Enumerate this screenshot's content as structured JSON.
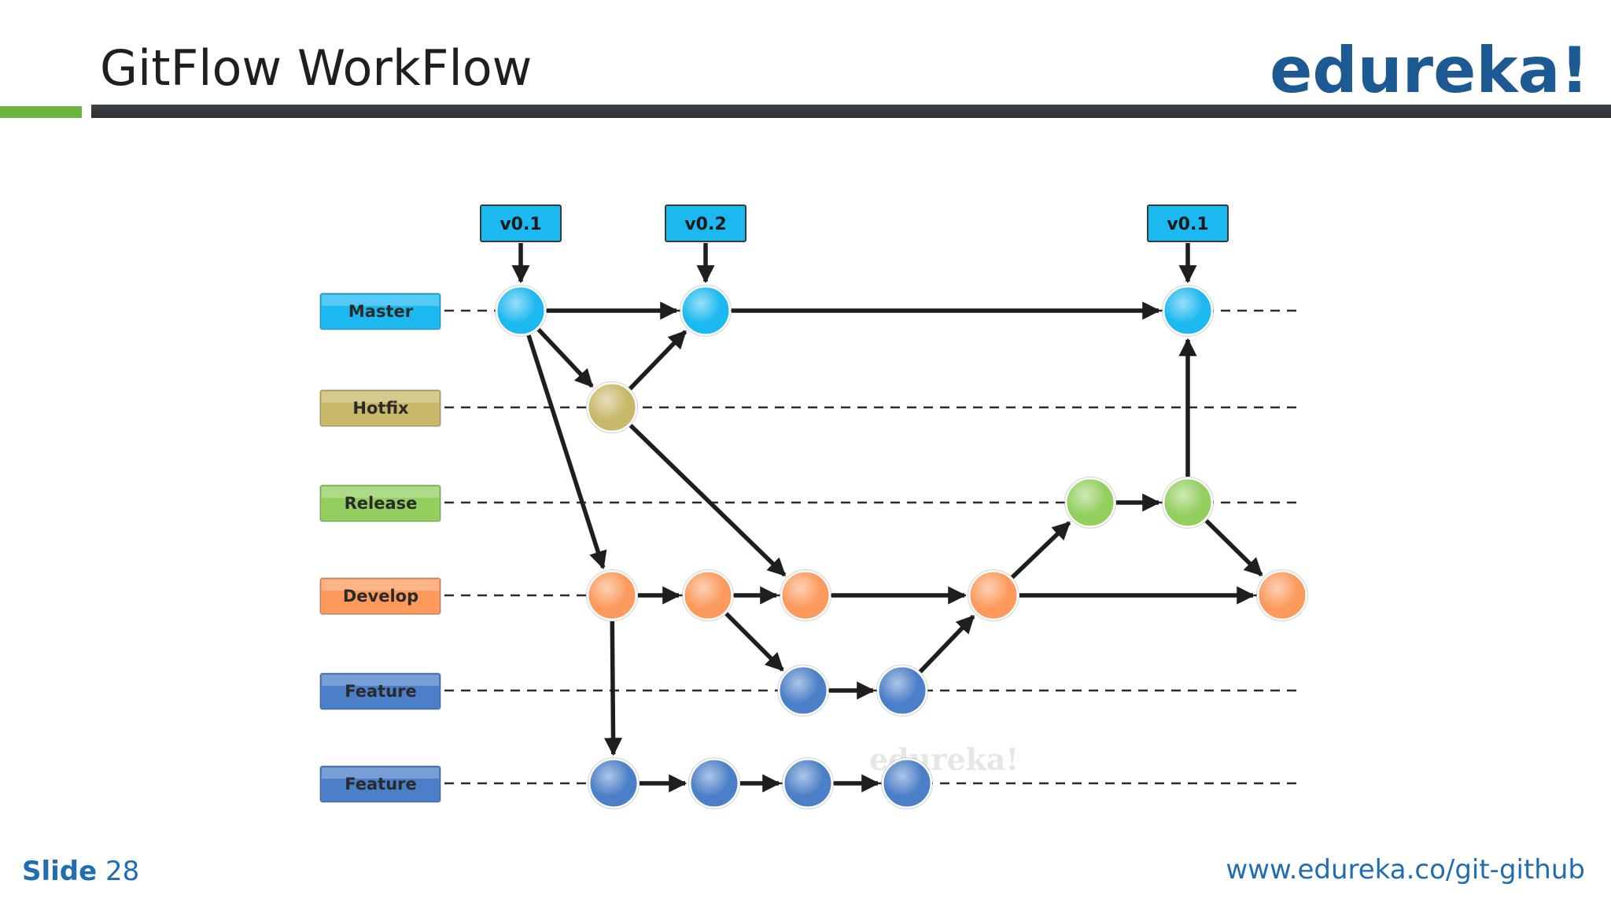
{
  "slide": {
    "title": "GitFlow WorkFlow",
    "logo": "edureka!",
    "footer_label": "Slide",
    "footer_number": "28",
    "footer_url": "www.edureka.co/git-github",
    "watermark": "edureka!"
  },
  "lanes": [
    {
      "id": "master",
      "label": "Master",
      "color": "#1cb8f0"
    },
    {
      "id": "hotfix",
      "label": "Hotfix",
      "color": "#c8b86a"
    },
    {
      "id": "release",
      "label": "Release",
      "color": "#93cf5f"
    },
    {
      "id": "develop",
      "label": "Develop",
      "color": "#fb9a5c"
    },
    {
      "id": "feature1",
      "label": "Feature",
      "color": "#4b7fc7"
    },
    {
      "id": "feature2",
      "label": "Feature",
      "color": "#4b7fc7"
    }
  ],
  "tags": [
    {
      "label": "v0.1",
      "commit": "m1"
    },
    {
      "label": "v0.2",
      "commit": "m2"
    },
    {
      "label": "v0.1",
      "commit": "m3"
    }
  ],
  "commits": [
    {
      "id": "m1",
      "lane": "master"
    },
    {
      "id": "m2",
      "lane": "master"
    },
    {
      "id": "m3",
      "lane": "master"
    },
    {
      "id": "h1",
      "lane": "hotfix"
    },
    {
      "id": "r1",
      "lane": "release"
    },
    {
      "id": "r2",
      "lane": "release"
    },
    {
      "id": "d1",
      "lane": "develop"
    },
    {
      "id": "d2",
      "lane": "develop"
    },
    {
      "id": "d3",
      "lane": "develop"
    },
    {
      "id": "d4",
      "lane": "develop"
    },
    {
      "id": "d5",
      "lane": "develop"
    },
    {
      "id": "f1a",
      "lane": "feature1"
    },
    {
      "id": "f1b",
      "lane": "feature1"
    },
    {
      "id": "f2a",
      "lane": "feature2"
    },
    {
      "id": "f2b",
      "lane": "feature2"
    },
    {
      "id": "f2c",
      "lane": "feature2"
    },
    {
      "id": "f2d",
      "lane": "feature2"
    }
  ],
  "edges": [
    [
      "m1",
      "m2"
    ],
    [
      "m2",
      "m3"
    ],
    [
      "m1",
      "h1"
    ],
    [
      "h1",
      "m2"
    ],
    [
      "m1",
      "d1"
    ],
    [
      "h1",
      "d3"
    ],
    [
      "d1",
      "d2"
    ],
    [
      "d2",
      "d3"
    ],
    [
      "d3",
      "d4"
    ],
    [
      "d4",
      "d5"
    ],
    [
      "d2",
      "f1a"
    ],
    [
      "f1a",
      "f1b"
    ],
    [
      "f1b",
      "d4"
    ],
    [
      "d4",
      "r1"
    ],
    [
      "r1",
      "r2"
    ],
    [
      "r2",
      "m3"
    ],
    [
      "r2",
      "d5"
    ],
    [
      "d1",
      "f2a"
    ],
    [
      "f2a",
      "f2b"
    ],
    [
      "f2b",
      "f2c"
    ],
    [
      "f2c",
      "f2d"
    ]
  ]
}
